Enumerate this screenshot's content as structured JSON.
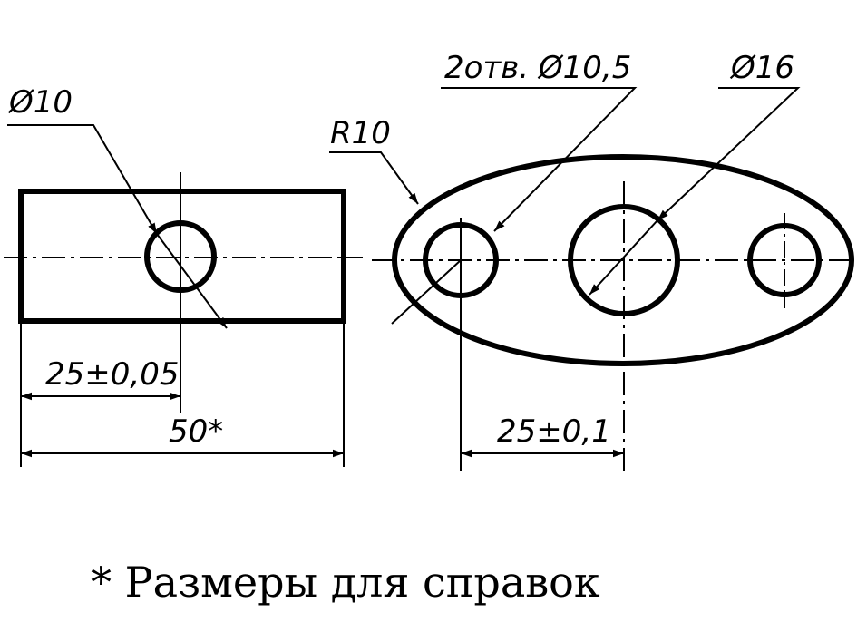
{
  "colors": {
    "ink": "#000000",
    "paper": "#ffffff"
  },
  "dimensions": {
    "left_hole_diameter": "Ø10",
    "left_half_length": "25±0,05",
    "left_total_length": "50*",
    "outer_radius": "R10",
    "holes_callout": "2отв. Ø10,5",
    "center_hole_diameter": "Ø16",
    "hole_spacing": "25±0,1"
  },
  "note": "* Размеры для справок"
}
